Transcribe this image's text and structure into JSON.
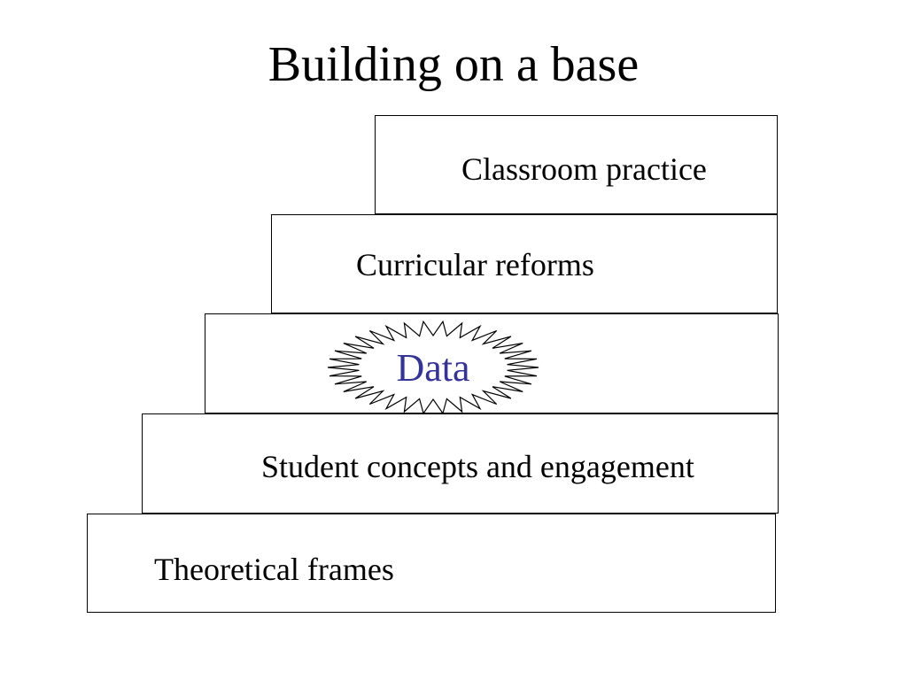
{
  "title": "Building on a base",
  "steps": [
    {
      "label": "Theoretical frames"
    },
    {
      "label": "Student concepts and engagement"
    },
    {
      "label": "Data"
    },
    {
      "label": "Curricular reforms"
    },
    {
      "label": "Classroom practice"
    }
  ],
  "colors": {
    "data_label": "#33339a",
    "outline": "#000000",
    "background": "#ffffff"
  },
  "highlight_shape": "starburst"
}
